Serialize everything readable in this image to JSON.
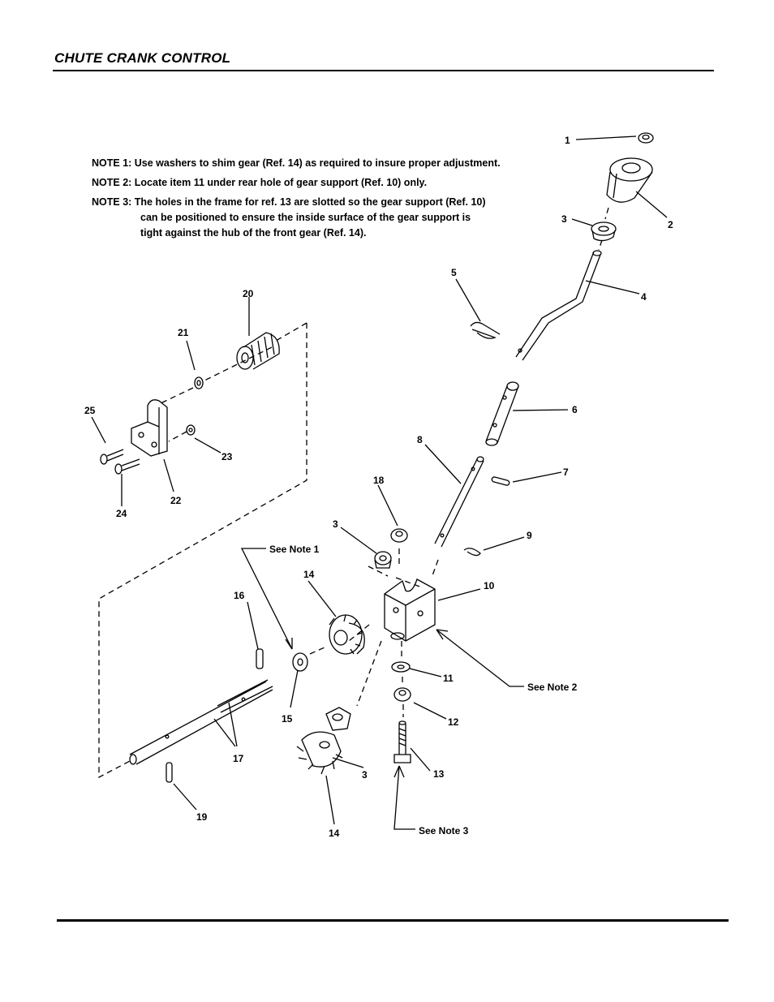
{
  "page": {
    "title": "CHUTE CRANK CONTROL"
  },
  "notes": [
    "NOTE 1: Use washers to shim gear (Ref. 14) as required to insure proper adjustment.",
    "NOTE 2: Locate item 11 under rear hole of gear support (Ref. 10) only.",
    "NOTE 3: The holes in the frame for ref. 13 are slotted so the gear support (Ref. 10)",
    "can be positioned to ensure the inside surface of the gear support is",
    "tight against  the hub of the front gear (Ref. 14)."
  ],
  "callouts": {
    "c1": "1",
    "c2": "2",
    "c3a": "3",
    "c3b": "3",
    "c3c": "3",
    "c4": "4",
    "c5": "5",
    "c6": "6",
    "c7": "7",
    "c8": "8",
    "c9": "9",
    "c10": "10",
    "c11": "11",
    "c12": "12",
    "c13": "13",
    "c14a": "14",
    "c14b": "14",
    "c15": "15",
    "c16": "16",
    "c17": "17",
    "c18": "18",
    "c19": "19",
    "c20": "20",
    "c21": "21",
    "c22": "22",
    "c23": "23",
    "c24": "24",
    "c25": "25"
  },
  "see_notes": {
    "note1": "See Note 1",
    "note2": "See Note 2",
    "note3": "See Note 3"
  }
}
